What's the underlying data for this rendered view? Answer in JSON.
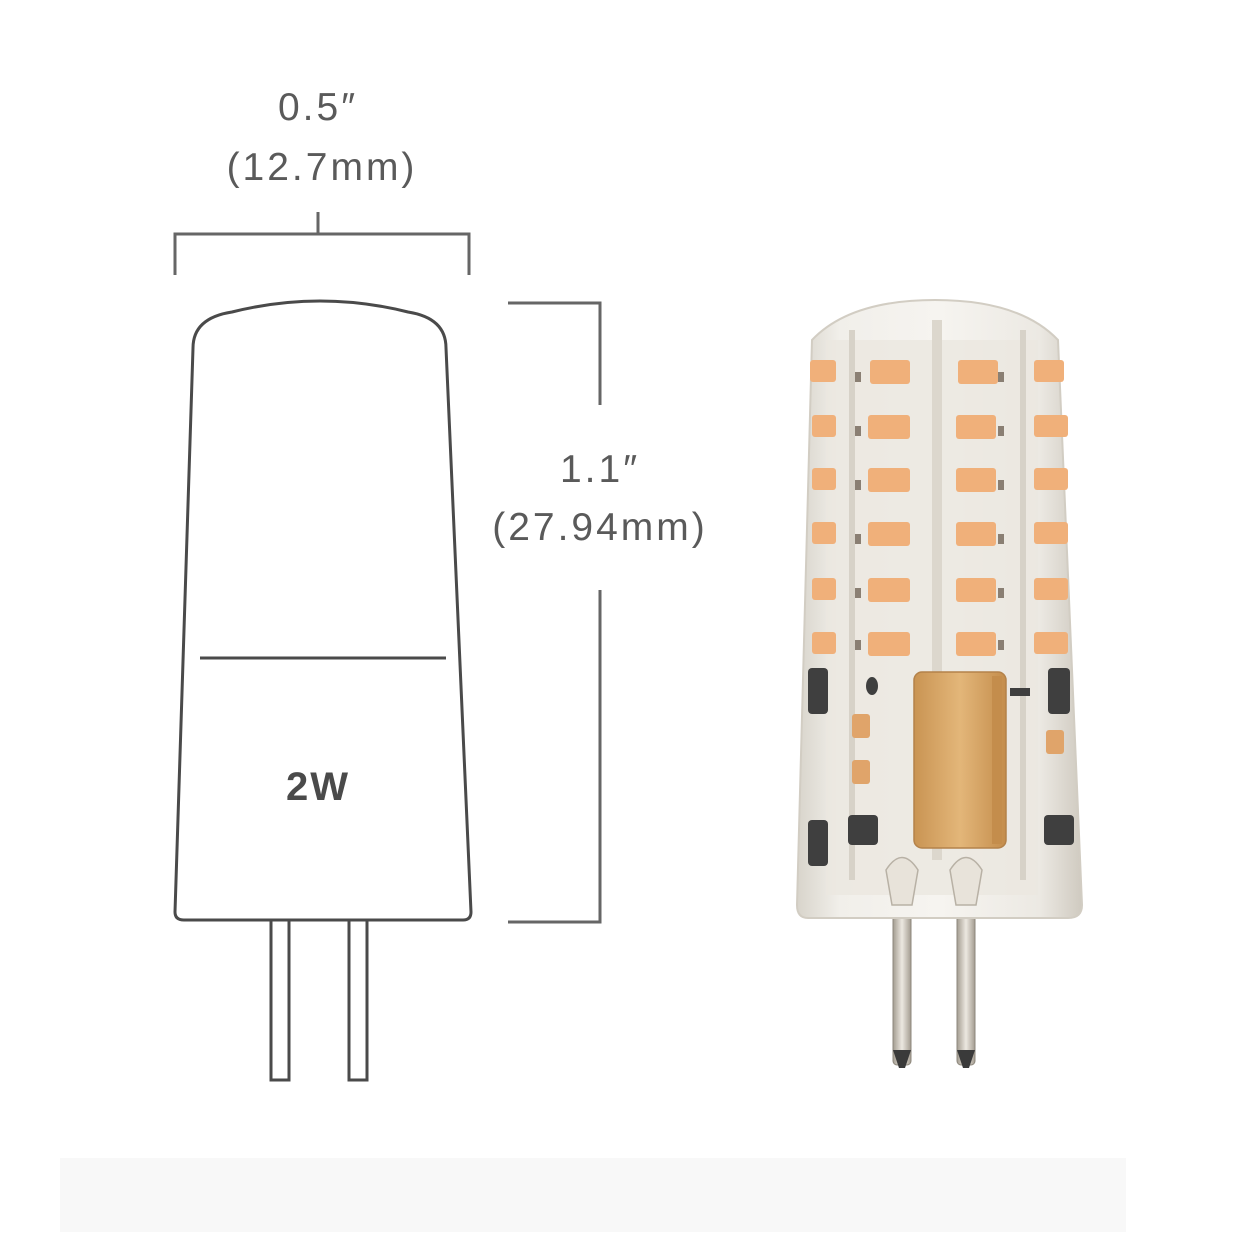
{
  "diagram": {
    "width_dimension": {
      "imperial": "0.5″",
      "metric": "(12.7mm)"
    },
    "height_dimension": {
      "imperial": "1.1″",
      "metric": "(27.94mm)"
    },
    "wattage_label": "2W"
  },
  "colors": {
    "outline": "#4a4a4a",
    "dimension_line": "#666666",
    "led_chip": "#f0b07a",
    "silicone_body": "#e9e6df",
    "capacitor": "#d9a766",
    "pin_metal": "#c9c3b8"
  }
}
